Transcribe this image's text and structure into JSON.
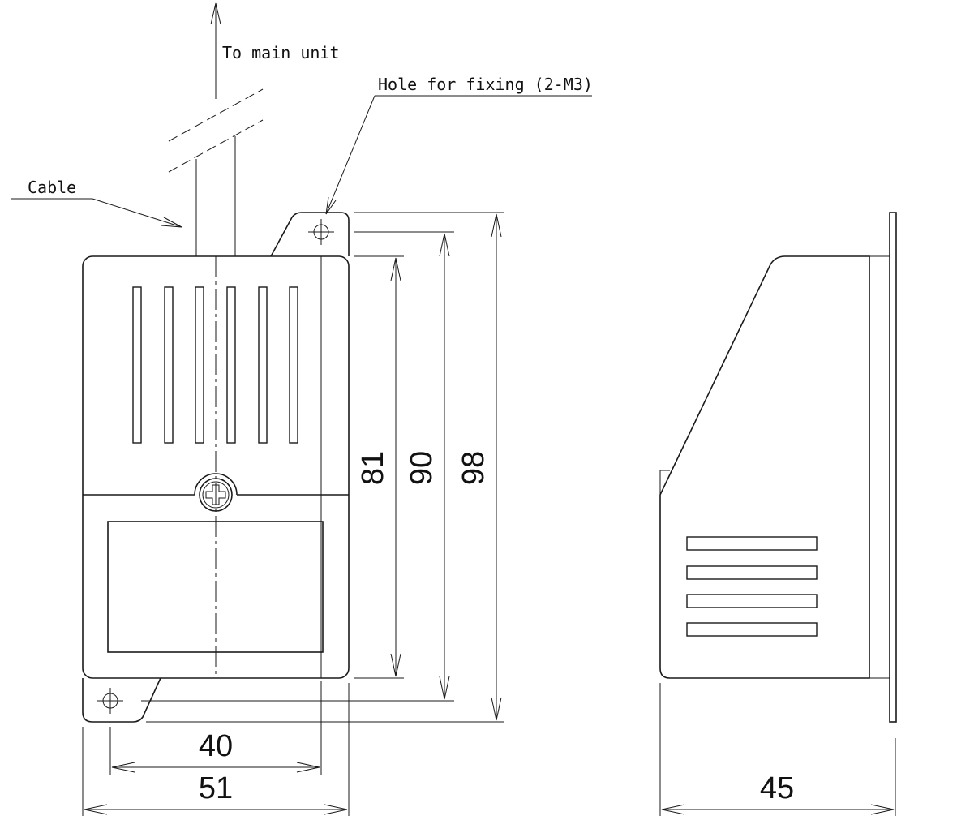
{
  "labels": {
    "to_main_unit": "To main unit",
    "hole_for_fixing": "Hole for fixing (2-M3)",
    "cable": "Cable"
  },
  "dimensions": {
    "d81": "81",
    "d90": "90",
    "d98": "98",
    "d40": "40",
    "d51": "51",
    "d45": "45"
  },
  "colors": {
    "line": "#1a1a1a",
    "background": "#ffffff"
  }
}
